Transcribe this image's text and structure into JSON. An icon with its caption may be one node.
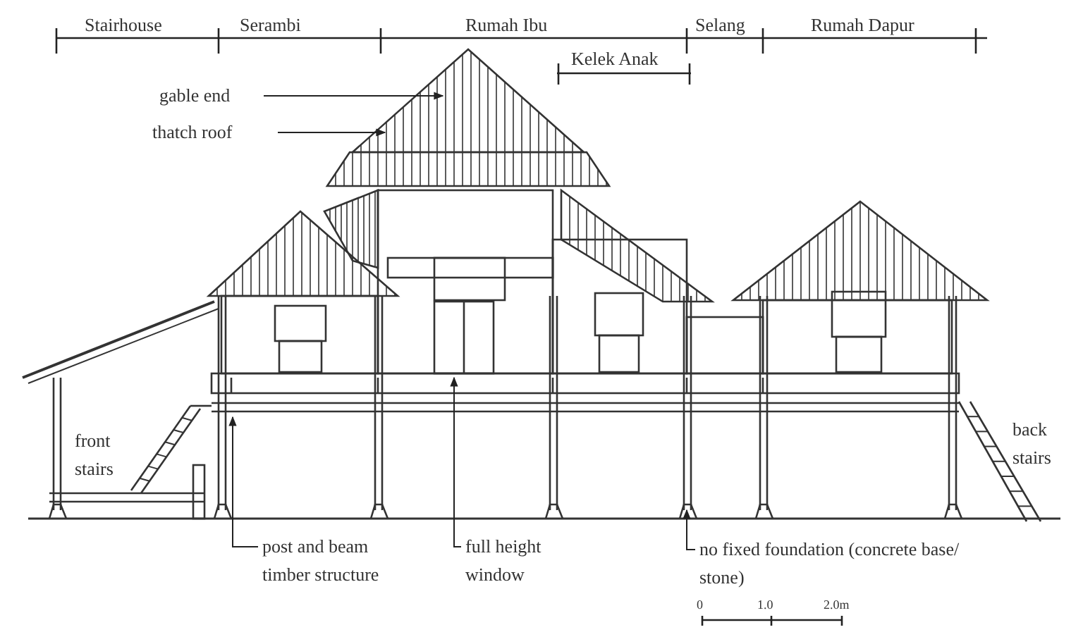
{
  "diagram": {
    "nodes": [
      {
        "text": [
          "gable end"
        ]
      },
      {
        "text": [
          "thatch roof"
        ]
      },
      {
        "text": [
          "post and beam timber structure"
        ]
      },
      {
        "text": [
          "full height window"
        ]
      },
      {
        "text": [
          "no fixed foundation (concrete base/ stone)"
        ]
      }
    ],
    "edges": [
      {
        "from": 0,
        "to": null,
        "arrow": "to"
      },
      {
        "from": 1,
        "to": null,
        "arrow": "to"
      },
      {
        "from": 2,
        "to": null,
        "arrow": "to"
      },
      {
        "from": 3,
        "to": null,
        "arrow": "to"
      },
      {
        "from": 4,
        "to": null,
        "arrow": "to"
      }
    ],
    "labels": [
      "Stairhouse",
      "Serambi",
      "Rumah Ibu",
      "Selang",
      "Rumah Dapur",
      "Kelek Anak",
      "front stairs",
      "back stairs",
      "0",
      "1.0",
      "2.0m"
    ]
  }
}
